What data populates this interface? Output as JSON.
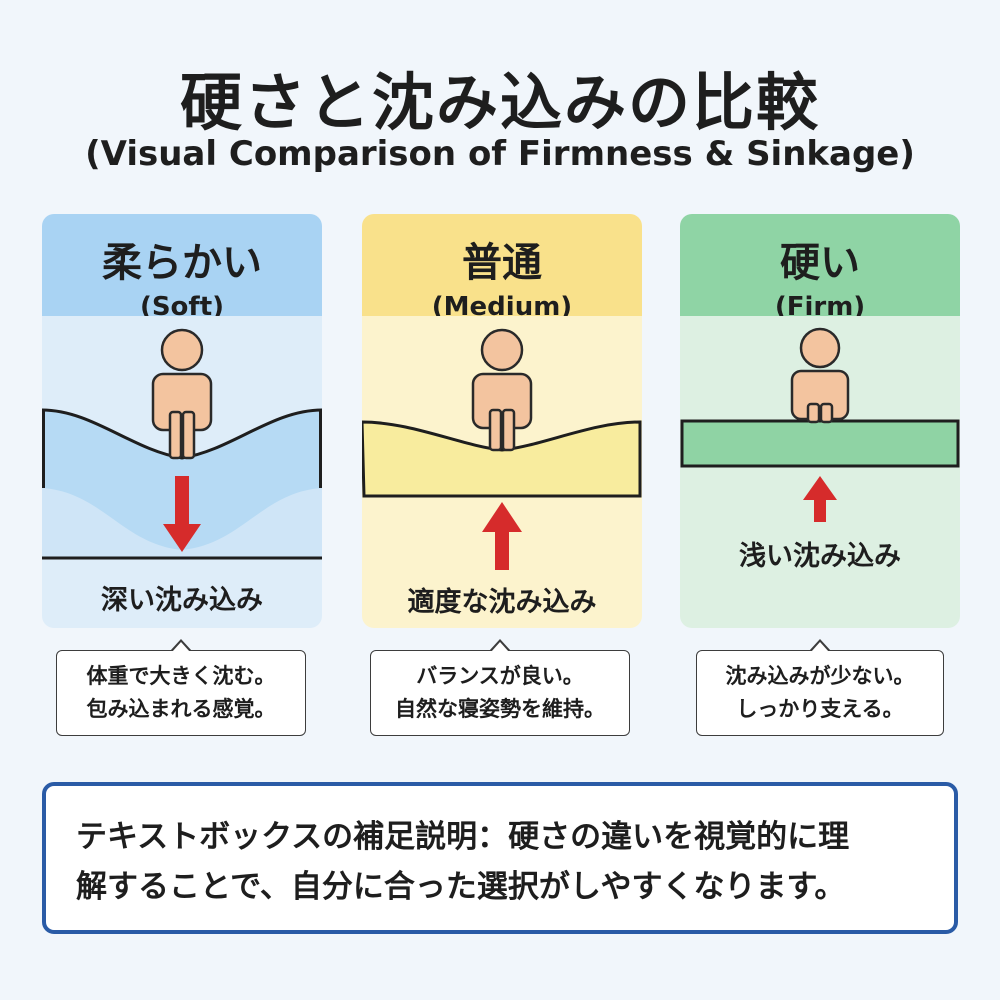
{
  "header": {
    "title": "硬さと沈み込みの比較",
    "subtitle": "(Visual Comparison of Firmness & Sinkage)"
  },
  "panels": [
    {
      "key": "soft",
      "title": "柔らかい",
      "subtitle": "(Soft)",
      "caption": "深い沈み込み",
      "bubble": [
        "体重で大きく沈む。",
        "包み込まれる感覚。"
      ],
      "arrow_direction": "down",
      "colors": {
        "header": "#a9d3f3",
        "body": "#deedf9",
        "mattress": "#b6daf4",
        "under": "#cfe5f7"
      }
    },
    {
      "key": "medium",
      "title": "普通",
      "subtitle": "(Medium)",
      "caption": "適度な沈み込み",
      "bubble": [
        "バランスが良い。",
        "自然な寝姿勢を維持。"
      ],
      "arrow_direction": "up",
      "colors": {
        "header": "#f9e18b",
        "body": "#fcf3cd",
        "mattress": "#f8ec9e",
        "under": "#fcf3cd"
      }
    },
    {
      "key": "firm",
      "title": "硬い",
      "subtitle": "(Firm)",
      "caption": "浅い沈み込み",
      "bubble": [
        "沈み込みが少ない。",
        "しっかり支える。"
      ],
      "arrow_direction": "up",
      "colors": {
        "header": "#8fd4a5",
        "body": "#ddf0e2",
        "mattress": "#8fd3a4",
        "under": "#ddf0e2"
      }
    }
  ],
  "note": {
    "line1": "テキストボックスの補足説明：硬さの違いを視覚的に理",
    "line2": "解することで、自分に合った選択がしやすくなります。",
    "border_color": "#2a5ba6"
  },
  "icons": {
    "figure": "person-icon",
    "arrow": "red-arrow-icon",
    "arrow_color": "#d62b2b",
    "skin_color": "#f3c49f"
  }
}
